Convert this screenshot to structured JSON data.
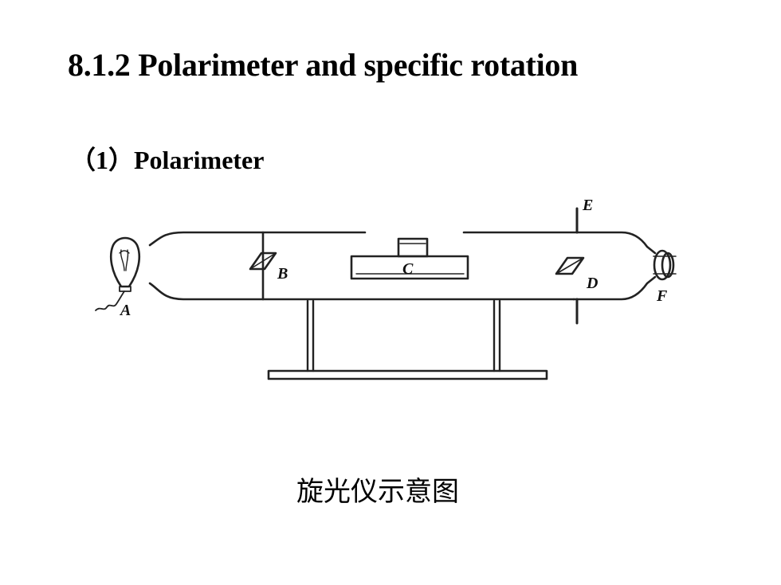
{
  "slide": {
    "title": "8.1.2 Polarimeter and specific rotation",
    "subtitle": "（1）Polarimeter",
    "caption": "旋光仪示意图"
  },
  "diagram": {
    "labels": {
      "a": "A",
      "b": "B",
      "c": "C",
      "d": "D",
      "e": "E",
      "f": "F"
    },
    "stroke_color": "#222222"
  }
}
